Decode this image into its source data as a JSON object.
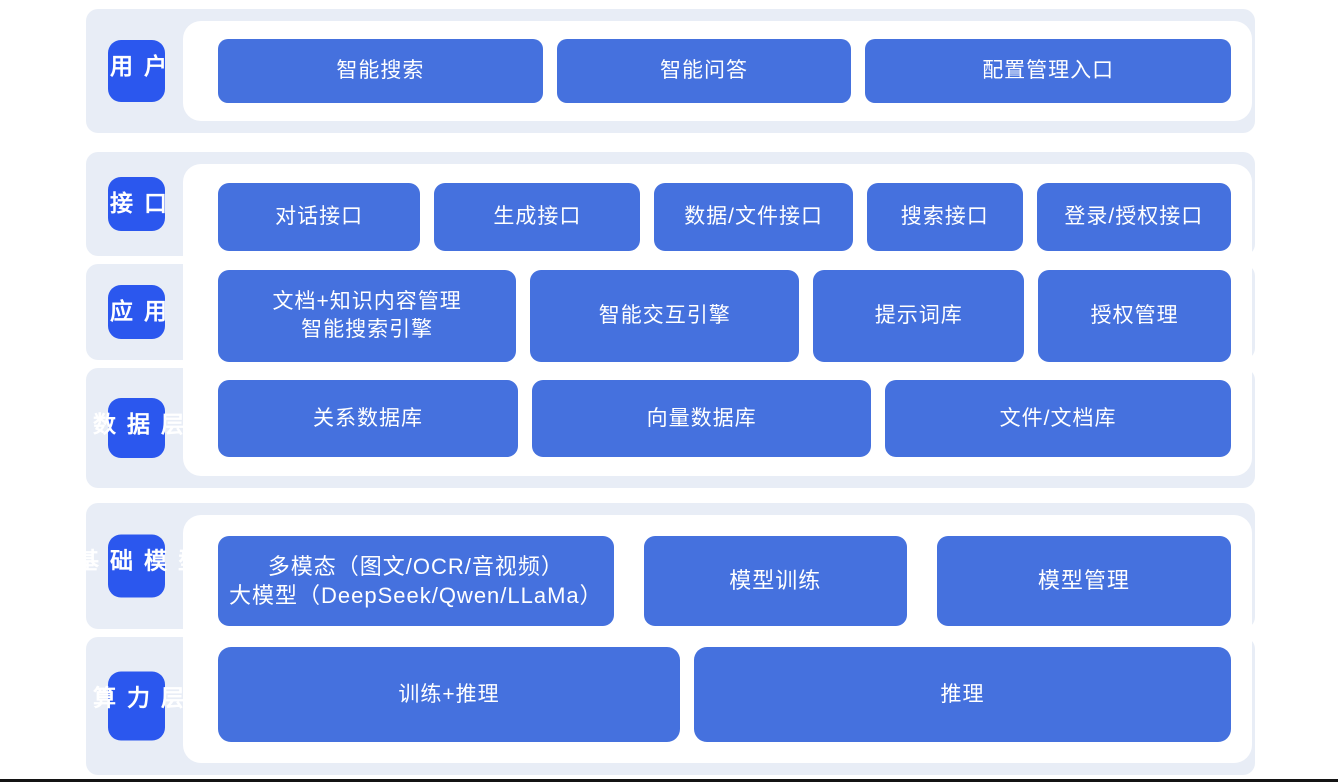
{
  "colors": {
    "label_box": "#2b57ee",
    "button": "#4571de",
    "band": "#e8edf6",
    "panel": "#ffffff",
    "text": "#ffffff",
    "bottom_rule": "#141414"
  },
  "layers": {
    "user": {
      "label": "用户",
      "buttons": [
        "智能搜索",
        "智能问答",
        "配置管理入口"
      ]
    },
    "interface": {
      "label": "接口",
      "buttons": [
        "对话接口",
        "生成接口",
        "数据/文件接口",
        "搜索接口",
        "登录/授权接口"
      ]
    },
    "application": {
      "label": "应用",
      "buttons": [
        {
          "line1": "文档+知识内容管理",
          "line2": "智能搜索引擎"
        },
        "智能交互引擎",
        "提示词库",
        "授权管理"
      ]
    },
    "data": {
      "label": "数据层",
      "buttons": [
        "关系数据库",
        "向量数据库",
        "文件/文档库"
      ]
    },
    "foundation": {
      "label": "基础模型",
      "buttons": [
        {
          "line1": "多模态（图文/OCR/音视频）",
          "line2": "大模型（DeepSeek/Qwen/LLaMa）"
        },
        "模型训练",
        "模型管理"
      ]
    },
    "compute": {
      "label": "算力层",
      "buttons": [
        "训练+推理",
        "推理"
      ]
    }
  }
}
